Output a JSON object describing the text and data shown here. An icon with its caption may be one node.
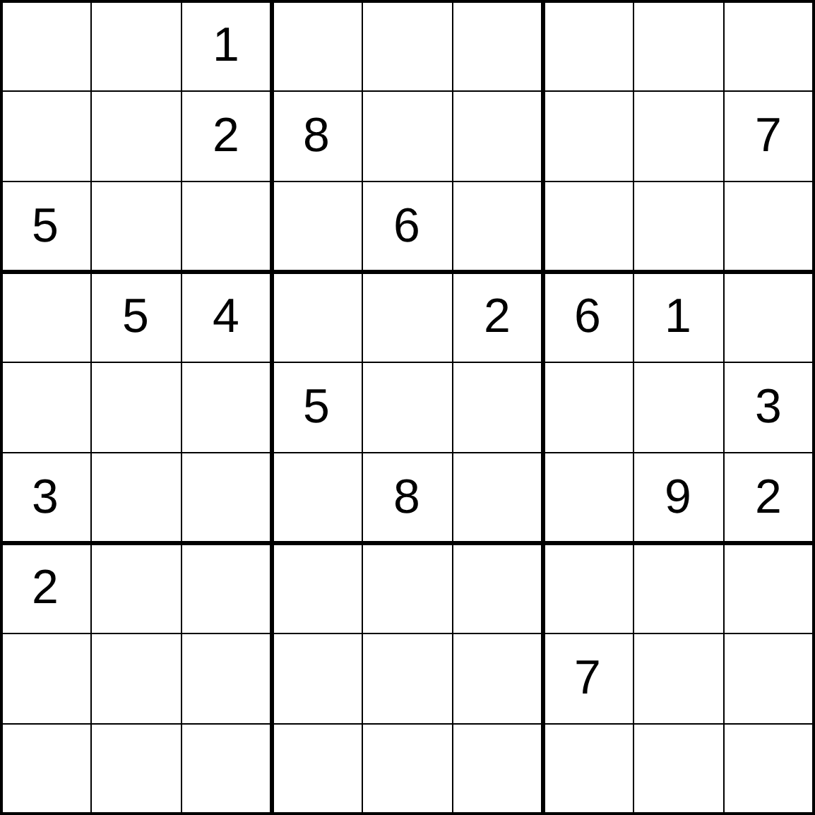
{
  "diagram": {
    "labels": [
      "1",
      "2",
      "8",
      "7",
      "5",
      "6",
      "5",
      "4",
      "2",
      "6",
      "1",
      "5",
      "3",
      "3",
      "8",
      "9",
      "2",
      "2",
      "7"
    ]
  }
}
